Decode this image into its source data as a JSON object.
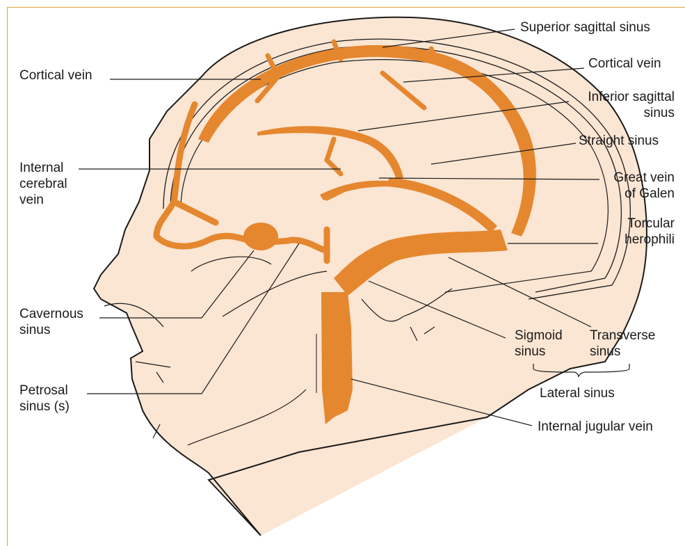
{
  "colors": {
    "skin": "#fbe5d3",
    "vein": "#e5872e",
    "outline": "#1a1a1a",
    "frame": "#d9a441"
  },
  "labels": {
    "superior_sagittal_sinus": "Superior sagittal sinus",
    "cortical_vein_left": "Cortical vein",
    "cortical_vein_right": "Cortical vein",
    "inferior_sagittal_sinus": "Inferior sagittal\nsinus",
    "straight_sinus": "Straight sinus",
    "internal_cerebral_vein": "Internal\ncerebral\nvein",
    "great_vein_of_galen": "Great vein\nof Galen",
    "torcular_herophili": "Torcular\nherophili",
    "cavernous_sinus": "Cavernous\nsinus",
    "sigmoid_sinus": "Sigmoid\nsinus",
    "transverse_sinus": "Transverse\nsinus",
    "lateral_sinus": "Lateral sinus",
    "petrosal_sinus": "Petrosal\nsinus (s)",
    "internal_jugular_vein": "Internal jugular vein"
  }
}
